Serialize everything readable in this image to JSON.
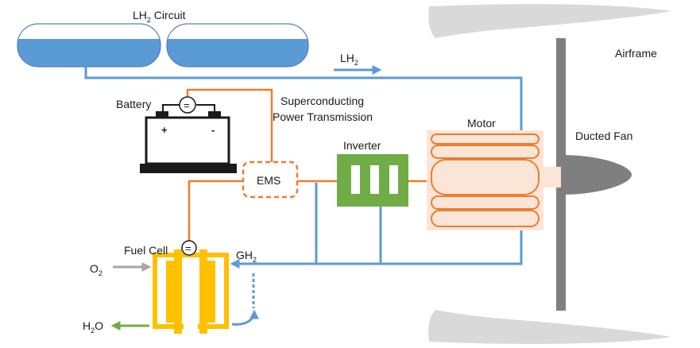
{
  "labels": {
    "lh2_circuit": "LH",
    "lh2_circuit_sub": "2",
    "lh2_circuit_tail": " Circuit",
    "lh2_flow": "LH",
    "lh2_flow_sub": "2",
    "airframe": "Airframe",
    "battery": "Battery",
    "superconducting_line1": "Superconducting",
    "superconducting_line2": "Power Transmission",
    "motor": "Motor",
    "inverter": "Inverter",
    "ducted_fan": "Ducted Fan",
    "ems": "EMS",
    "fuel_cell": "Fuel Cell",
    "gh2": "GH",
    "gh2_sub": "2",
    "o2": "O",
    "o2_sub": "2",
    "h2o_h": "H",
    "h2o_sub": "2",
    "h2o_o": "O",
    "battery_plus": "+",
    "battery_minus": "-",
    "converter_symbol": "="
  },
  "colors": {
    "lh2_line": "#5b9bd5",
    "power_line": "#ed7d31",
    "inverter": "#70ad47",
    "fuel_cell": "#ffc000",
    "motor_fill": "#fbe5d6",
    "airframe": "#d9d9d9",
    "fan_shaft": "#7f7f7f",
    "tank_liquid": "#5b9bd5",
    "o2_line": "#a6a6a6",
    "h2o_line": "#70ad47"
  }
}
